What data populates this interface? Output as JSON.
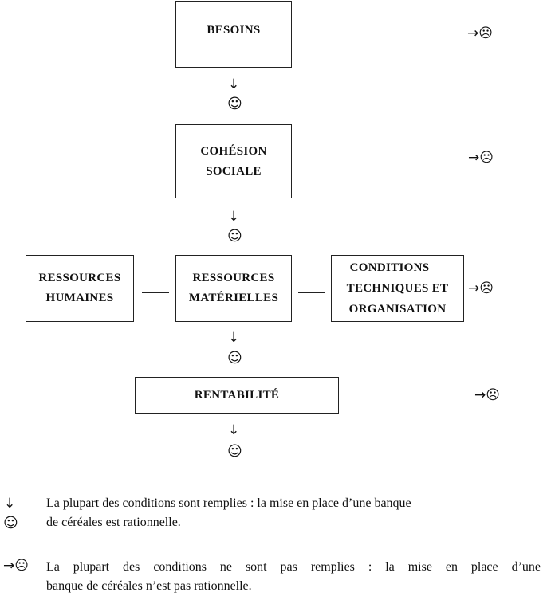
{
  "boxes": {
    "besoins": "BESOINS",
    "cohesion_line1": "COHÉSION",
    "cohesion_line2": "SOCIALE",
    "rh_line1": "RESSOURCES",
    "rh_line2": "HUMAINES",
    "rm_line1": "RESSOURCES",
    "rm_line2": "MATÉRIELLES",
    "ct_line1": "CONDITIONS",
    "ct_line2": "TECHNIQUES ET",
    "ct_line3": "ORGANISATION",
    "rentabilite": "RENTABILITÉ"
  },
  "symbols": {
    "down_arrow": "↓",
    "smiley": "☺",
    "negative": "→☹"
  },
  "legend": {
    "positive_line1": "La plupart des conditions sont remplies : la mise en place d’une banque",
    "positive_line2": "de céréales est rationnelle.",
    "negative_line1": "La plupart des conditions ne sont pas remplies : la mise en place d’une",
    "negative_line2": "banque de céréales n’est pas rationnelle."
  }
}
